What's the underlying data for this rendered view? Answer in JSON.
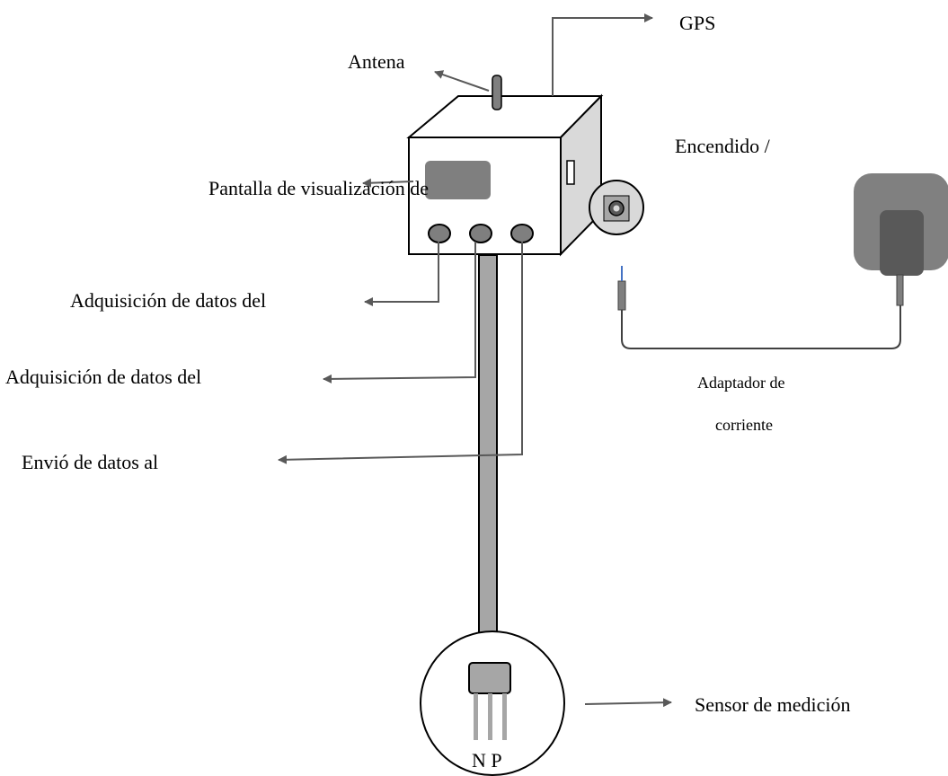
{
  "labels": {
    "gps": "GPS",
    "antena": "Antena",
    "encendido": "Encendido /",
    "pantalla": "Pantalla de visualización de",
    "adquisicion_1": "Adquisición de datos del",
    "adquisicion_2": "Adquisición de datos del",
    "envio": "Envió de datos al",
    "adaptador_line1": "Adaptador de",
    "adaptador_line2": "corriente",
    "sensor": "Sensor de medición",
    "sensor_pins": "N P"
  },
  "colors": {
    "line": "#000000",
    "arrow": "#595959",
    "box_front": "#ffffff",
    "box_side": "#d9d9d9",
    "screen": "#7f7f7f",
    "pole": "#a6a6a6",
    "adapter_outer": "#808080",
    "adapter_inner": "#595959",
    "probe": "#a6a6a6",
    "wire_tip": "#4472c4"
  }
}
